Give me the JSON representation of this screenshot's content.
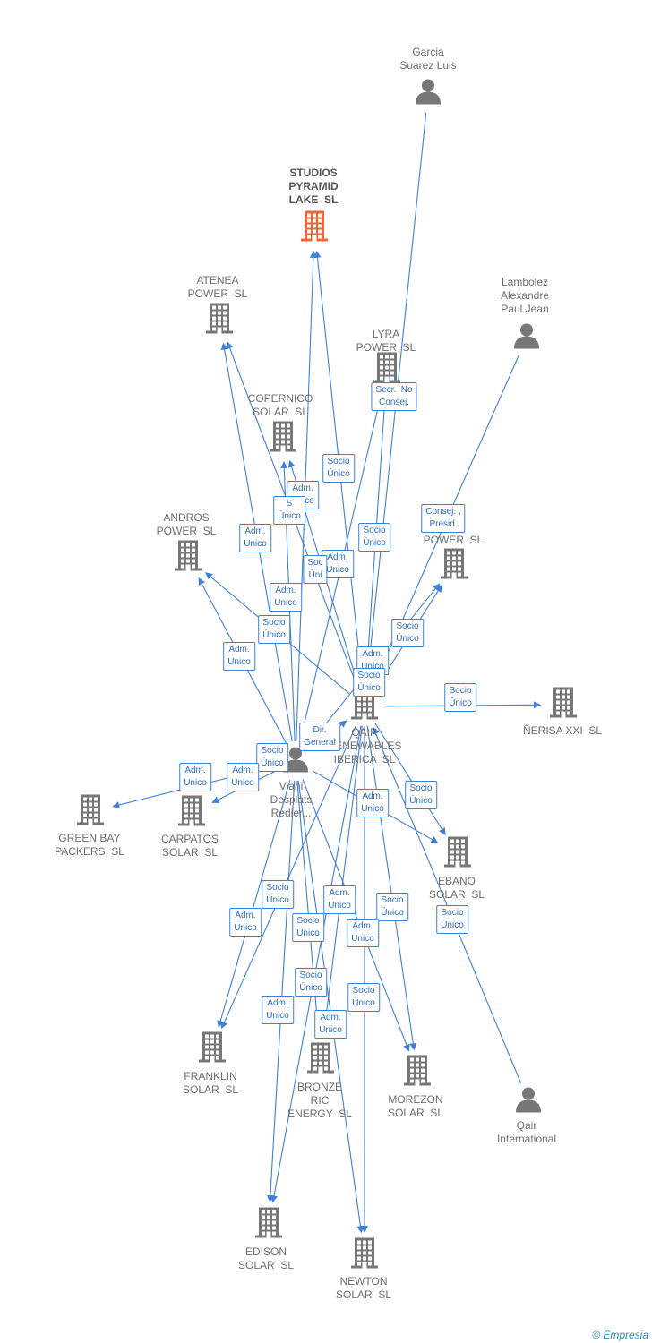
{
  "colors": {
    "edge": "#3f7fd6",
    "company": "#777777",
    "focus": "#f0663a",
    "person": "#777777"
  },
  "nodes": [
    {
      "id": "garcia",
      "type": "person",
      "label": "Garcia\nSuarez Luis"
    },
    {
      "id": "studios",
      "type": "focus",
      "label": "STUDIOS\nPYRAMID\nLAKE  SL"
    },
    {
      "id": "atenea",
      "type": "company",
      "label": "ATENEA\nPOWER  SL"
    },
    {
      "id": "lambolez",
      "type": "person",
      "label": "Lambolez\nAlexandre\nPaul Jean"
    },
    {
      "id": "lyra",
      "type": "company",
      "label": "LYRA\nPOWER  SL"
    },
    {
      "id": "copernico",
      "type": "company",
      "label": "COPERNICO\nSOLAR  SL"
    },
    {
      "id": "andros",
      "type": "company",
      "label": "ANDROS\nPOWER  SL"
    },
    {
      "id": "power",
      "type": "company",
      "label": "POWER  SL"
    },
    {
      "id": "qair",
      "type": "company",
      "label": "QAIR\nRENEWABLES\nIBERICA  SL"
    },
    {
      "id": "nerisa",
      "type": "company",
      "label": "ÑERISA XXI  SL"
    },
    {
      "id": "viani",
      "type": "person",
      "label": "Viani\nDesplats\nRedier..."
    },
    {
      "id": "greenbay",
      "type": "company",
      "label": "GREEN BAY\nPACKERS  SL"
    },
    {
      "id": "carpatos",
      "type": "company",
      "label": "CARPATOS\nSOLAR  SL"
    },
    {
      "id": "ebano",
      "type": "company",
      "label": "EBANO\nSOLAR  SL"
    },
    {
      "id": "franklin",
      "type": "company",
      "label": "FRANKLIN\nSOLAR  SL"
    },
    {
      "id": "bronze",
      "type": "company",
      "label": "BRONZE\nRIC\nENERGY  SL"
    },
    {
      "id": "morezon",
      "type": "company",
      "label": "MOREZON\nSOLAR  SL"
    },
    {
      "id": "qairintl",
      "type": "person",
      "label": "Qair\nInternational"
    },
    {
      "id": "edison",
      "type": "company",
      "label": "EDISON\nSOLAR  SL"
    },
    {
      "id": "newton",
      "type": "company",
      "label": "NEWTON\nSOLAR  SL"
    }
  ],
  "edges": [
    {
      "from": "garcia",
      "to": "qair"
    },
    {
      "from": "lambolez",
      "to": "qair"
    },
    {
      "from": "qair",
      "to": "studios"
    },
    {
      "from": "viani",
      "to": "studios"
    },
    {
      "from": "qair",
      "to": "atenea"
    },
    {
      "from": "viani",
      "to": "atenea"
    },
    {
      "from": "qair",
      "to": "lyra"
    },
    {
      "from": "viani",
      "to": "lyra"
    },
    {
      "from": "qair",
      "to": "copernico"
    },
    {
      "from": "viani",
      "to": "copernico"
    },
    {
      "from": "qair",
      "to": "andros"
    },
    {
      "from": "viani",
      "to": "andros"
    },
    {
      "from": "qair",
      "to": "power"
    },
    {
      "from": "viani",
      "to": "power"
    },
    {
      "from": "qair",
      "to": "nerisa"
    },
    {
      "from": "viani",
      "to": "greenbay"
    },
    {
      "from": "viani",
      "to": "carpatos"
    },
    {
      "from": "qair",
      "to": "ebano"
    },
    {
      "from": "viani",
      "to": "ebano"
    },
    {
      "from": "qairintl",
      "to": "qair"
    },
    {
      "from": "qair",
      "to": "franklin"
    },
    {
      "from": "viani",
      "to": "franklin"
    },
    {
      "from": "qair",
      "to": "bronze"
    },
    {
      "from": "viani",
      "to": "bronze"
    },
    {
      "from": "qair",
      "to": "morezon"
    },
    {
      "from": "viani",
      "to": "morezon"
    },
    {
      "from": "qair",
      "to": "edison"
    },
    {
      "from": "viani",
      "to": "edison"
    },
    {
      "from": "qair",
      "to": "newton"
    },
    {
      "from": "viani",
      "to": "newton"
    },
    {
      "from": "viani",
      "to": "qair"
    }
  ],
  "relations": [
    "Secr.  No\nConsej.",
    "Socio\nÚnico",
    "Adm.\nUnico",
    "S\nÚnico",
    "Socio\nÚnico",
    "Adm.\nUnico",
    "Consej. ,\nPresid.",
    "Adm.\nUnico",
    "Soc\nÚni",
    "Adm.\nUnico",
    "Socio\nÚnico",
    "Adm.\nUnico",
    "Socio\nÚnico",
    "Adm.\nUnico",
    "Socio\nÚnico",
    "Dir.\nGeneral",
    "Socio\nÚnico",
    "Adm.\nUnico",
    "Adm.\nUnico",
    "Adm.\nUnico",
    "Socio\nÚnico",
    "Socio\nÚnico",
    "Socio\nÚnico",
    "Adm.\nUnico",
    "Socio\nÚnico",
    "Adm.\nUnico",
    "Socio\nÚnico",
    "Socio\nÚnico",
    "Adm.\nUnico",
    "Socio\nÚnico",
    "Adm.\nUnico",
    "Adm.\nUnico",
    "Socio\nÚnico"
  ],
  "footer": {
    "copyright": "©",
    "brand": "Empresia"
  }
}
